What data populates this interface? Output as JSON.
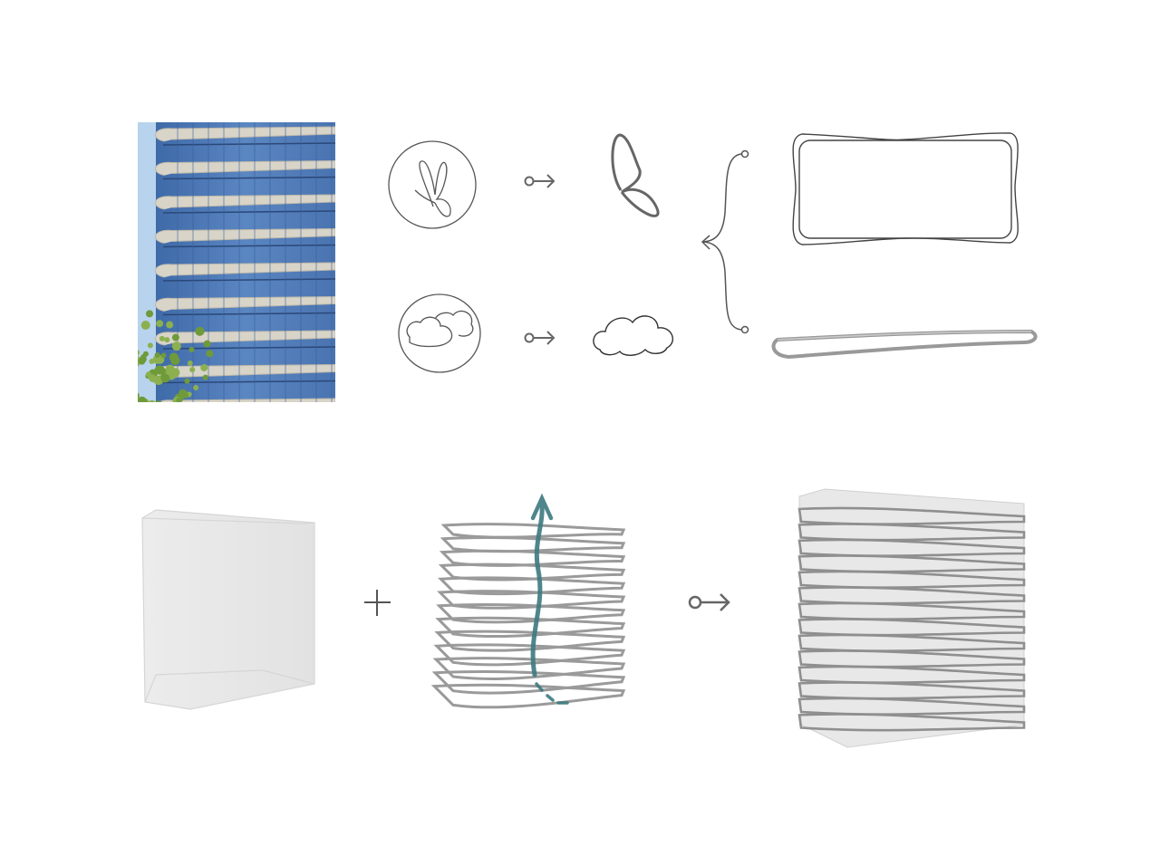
{
  "colors": {
    "background": "#ffffff",
    "sketch_stroke": "#555555",
    "arrow_stroke": "#666666",
    "flow_arrow": "#3d7a80",
    "glass_sky": "#a9c9e8",
    "glass_facade": "#4d78b8",
    "band": "#d8d4c8",
    "tree": "#6f9a3a",
    "ring": "#9a9a9a",
    "volume": "#e6e6e6"
  },
  "icons": {
    "building_photo": "tower-photo",
    "source_1": "butterfly-icon",
    "source_2": "cloud-icon",
    "connector": "circle-arrow-icon",
    "combine": "plus-icon"
  },
  "stack": {
    "ring_count_input": 13,
    "ring_count_result": 14
  }
}
